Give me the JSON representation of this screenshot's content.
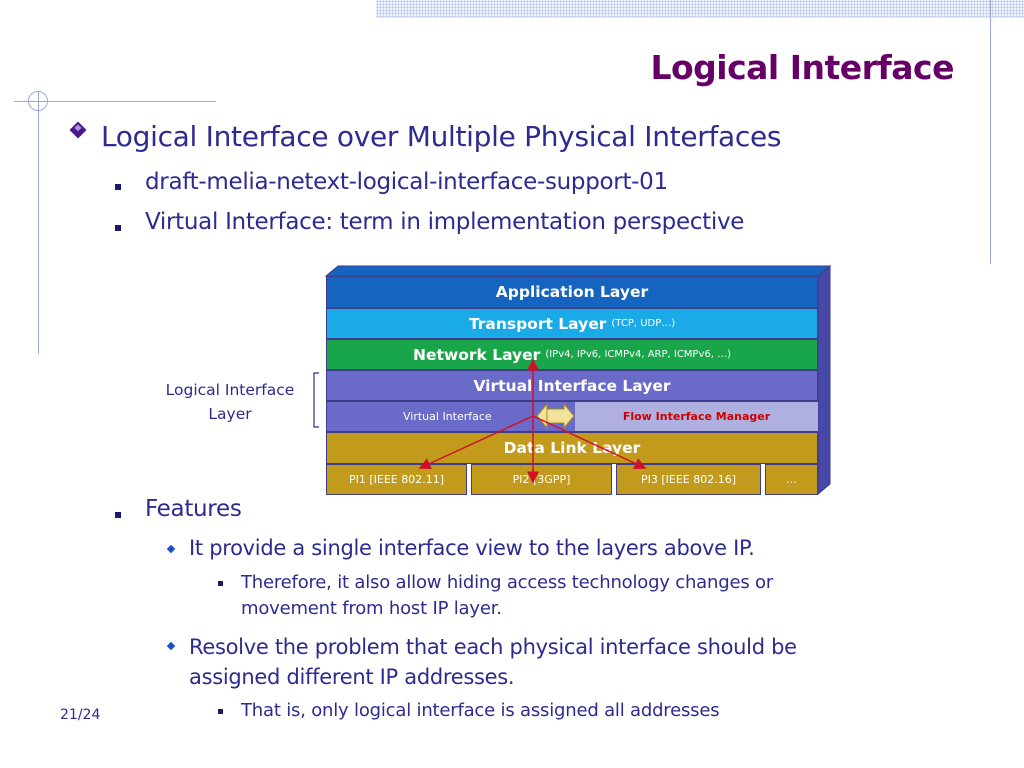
{
  "slide": {
    "title": "Logical Interface",
    "page_number": "21/24"
  },
  "content": {
    "l1": "Logical Interface over Multiple Physical Interfaces",
    "l2a": "draft-melia-netext-logical-interface-support-01",
    "l2b": "Virtual Interface: term in implementation perspective",
    "l2c": "Features",
    "l3a": "It provide a single interface view to the layers above IP.",
    "l4a_line1": "Therefore, it also allow hiding access technology changes or",
    "l4a_line2": "movement from host IP layer.",
    "l3b_line1": "Resolve the problem that each physical interface should be",
    "l3b_line2": "assigned different IP addresses.",
    "l4b": "That is, only logical interface is assigned all addresses"
  },
  "diagram": {
    "logical_interface_label_line1": "Logical Interface",
    "logical_interface_label_line2": "Layer",
    "application_layer": "Application Layer",
    "transport_layer": "Transport Layer",
    "transport_detail": "(TCP, UDP…)",
    "network_layer": "Network Layer",
    "network_detail": "(IPv4, IPv6, ICMPv4, ARP, ICMPv6, …)",
    "virtual_interface_layer": "Virtual Interface Layer",
    "virtual_interface": "Virtual Interface",
    "flow_interface_manager": "Flow Interface Manager",
    "data_link_layer": "Data Link Layer",
    "physical_interfaces": [
      "PI1 [IEEE 802.11]",
      "PI2 [3GPP]",
      "PI3 [IEEE 802.16]",
      "…"
    ],
    "colors": {
      "application": "#1565c0",
      "transport": "#1aaae8",
      "network": "#19a64a",
      "virtual": "#6a6ac8",
      "datalink": "#c29a1c",
      "arrows": "#d0102a",
      "flow_manager_text": "#cc0000"
    }
  }
}
